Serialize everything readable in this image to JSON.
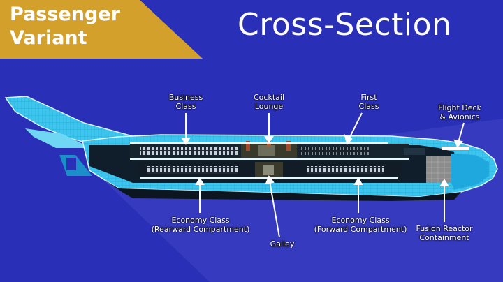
{
  "banner": {
    "line1": "Passenger",
    "line2": "Variant",
    "color": "#d4a02c"
  },
  "title": "Cross-Section",
  "colors": {
    "background": "#2a2fb8",
    "hull": "#3cc6ee",
    "hull_dark": "#1a8fc8",
    "interior": "#0f1e2a"
  },
  "labels": {
    "business": [
      "Business",
      "Class"
    ],
    "cocktail": [
      "Cocktail",
      "Lounge"
    ],
    "first": [
      "First",
      "Class"
    ],
    "flight": [
      "Flight Deck",
      "& Avionics"
    ],
    "economy_rear": [
      "Economy Class",
      "(Rearward Compartment)"
    ],
    "galley": "Galley",
    "economy_fwd": [
      "Economy Class",
      "(Forward Compartment)"
    ],
    "fusion": [
      "Fusion Reactor",
      "Containment"
    ]
  }
}
